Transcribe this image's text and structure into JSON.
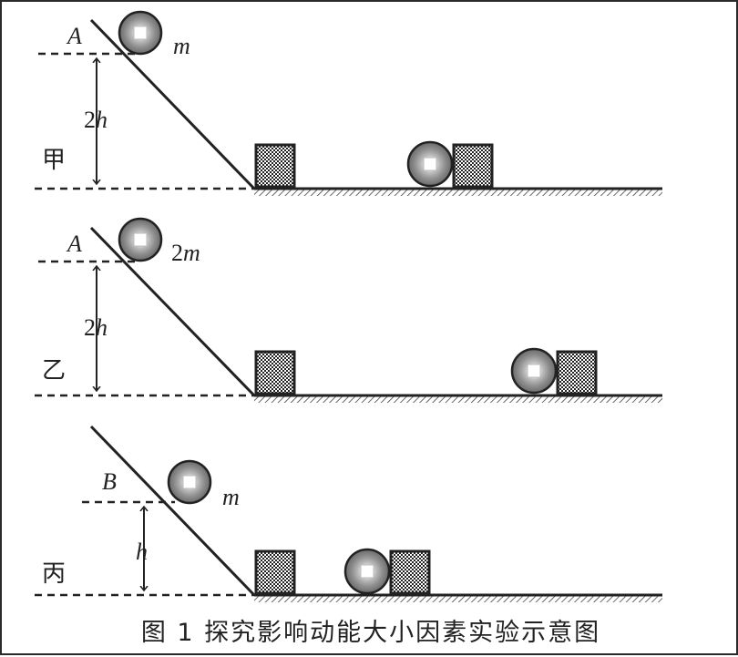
{
  "caption": "图 1  探究影响动能大小因素实验示意图",
  "panels": [
    {
      "id": "jia",
      "name": "甲",
      "point": "A",
      "mass": "m",
      "height_coef": "2",
      "height_var": "h"
    },
    {
      "id": "yi",
      "name": "乙",
      "point": "A",
      "mass_coef": "2",
      "mass": "m",
      "height_coef": "2",
      "height_var": "h"
    },
    {
      "id": "bing",
      "name": "丙",
      "point": "B",
      "mass": "m",
      "height_var": "h"
    }
  ]
}
